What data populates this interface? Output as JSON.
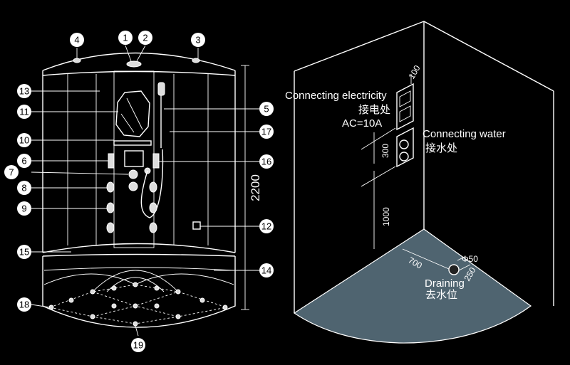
{
  "callouts": [
    "1",
    "2",
    "3",
    "4",
    "5",
    "6",
    "7",
    "8",
    "9",
    "10",
    "11",
    "12",
    "13",
    "14",
    "15",
    "16",
    "17",
    "18",
    "19"
  ],
  "left_dimension": "2200",
  "right": {
    "elec_title": "Connecting electricity",
    "elec_cn": "接电处",
    "elec_spec": "AC=10A",
    "water_title": "Connecting water",
    "water_cn": "接水处",
    "drain_title": "Draining",
    "drain_cn": "去水位",
    "dim_100": "100",
    "dim_300": "300",
    "dim_1000": "1000",
    "dim_700": "700",
    "dim_250": "250",
    "dim_50": "Φ50"
  },
  "colors": {
    "background": "#000000",
    "line": "#ffffff",
    "floor": "#4f6470",
    "callout_fill": "#ffffff"
  }
}
